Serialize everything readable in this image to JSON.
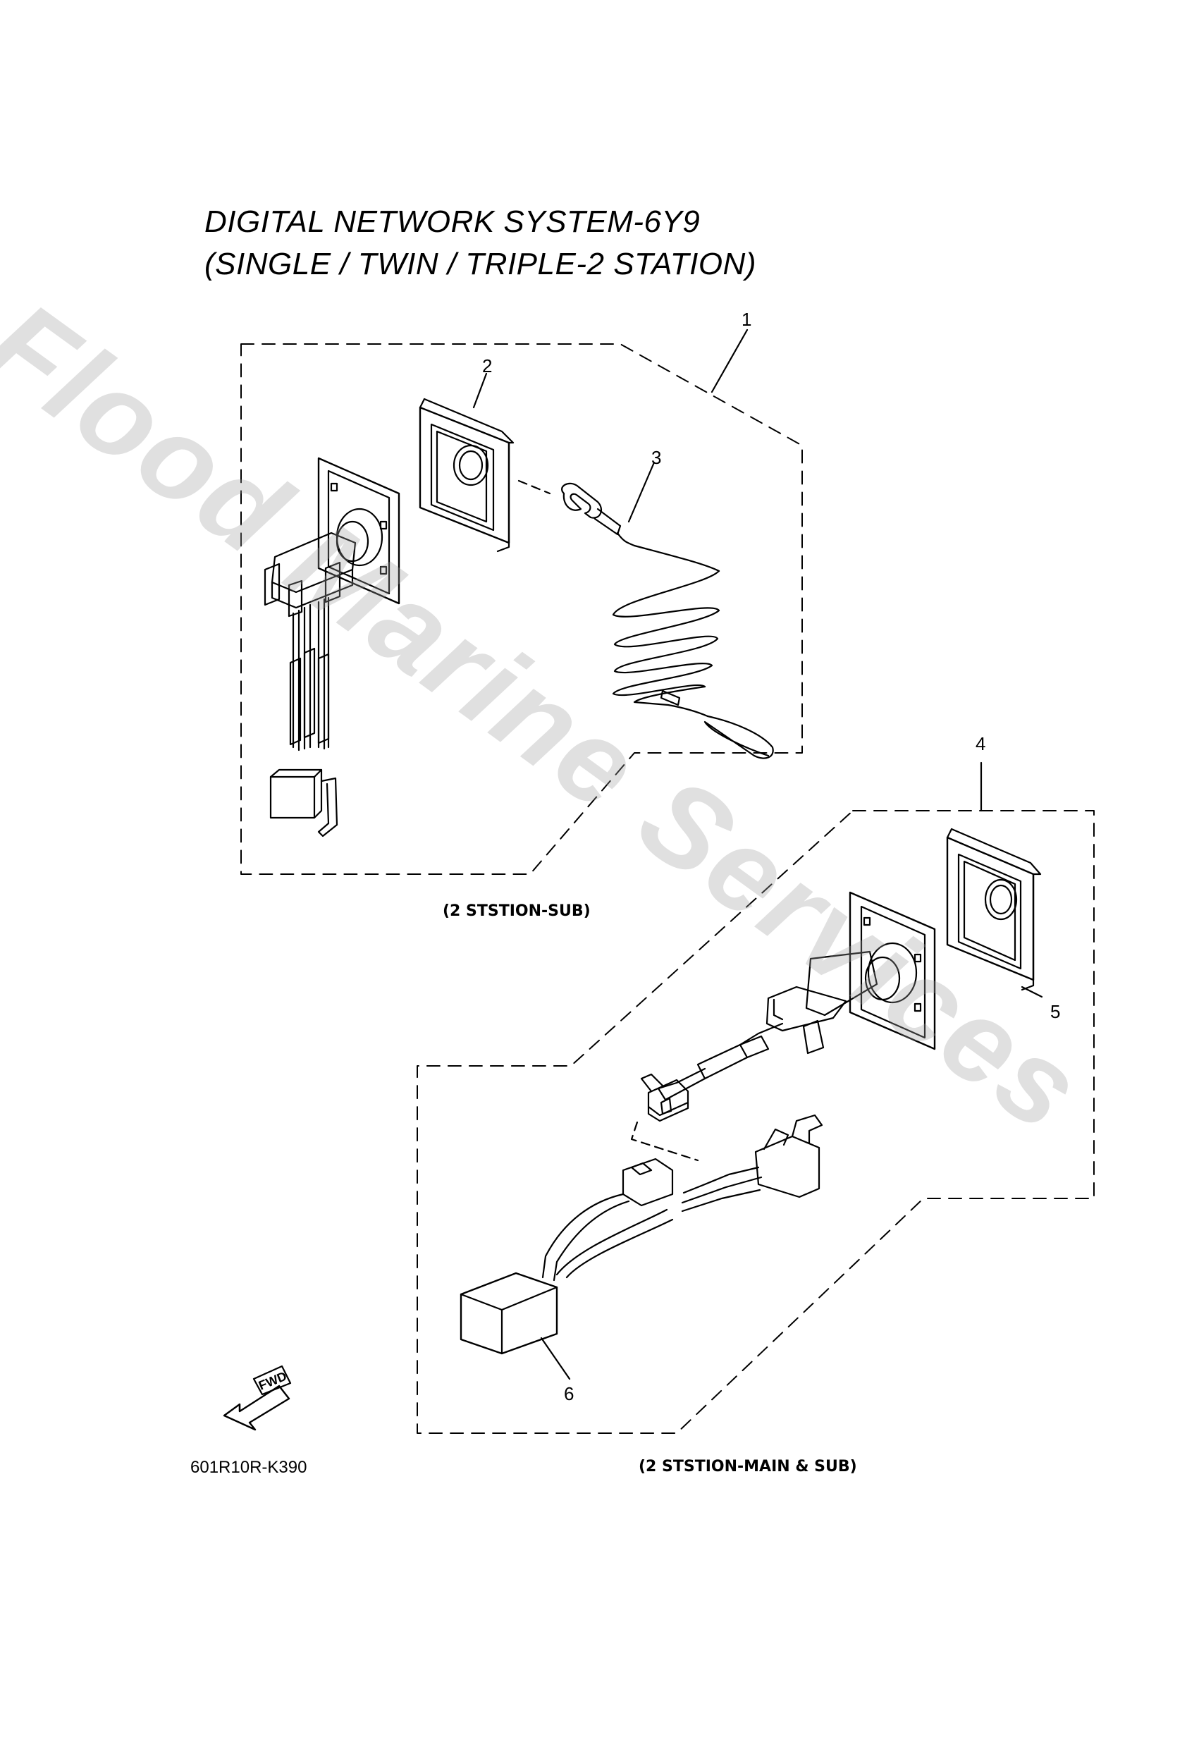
{
  "title": {
    "line1": "DIGITAL NETWORK SYSTEM-6Y9",
    "line2": "(SINGLE / TWIN / TRIPLE-2 STATION)"
  },
  "captions": {
    "sub_station": "(2 STSTION-SUB)",
    "main_sub_station": "(2 STSTION-MAIN & SUB)"
  },
  "part_number": "601R10R-K390",
  "fwd_label": "FWD",
  "callouts": [
    "1",
    "2",
    "3",
    "4",
    "5",
    "6"
  ],
  "watermark": "Flood Marine Services",
  "icons": {
    "fwd": "fwd-arrow-icon"
  }
}
